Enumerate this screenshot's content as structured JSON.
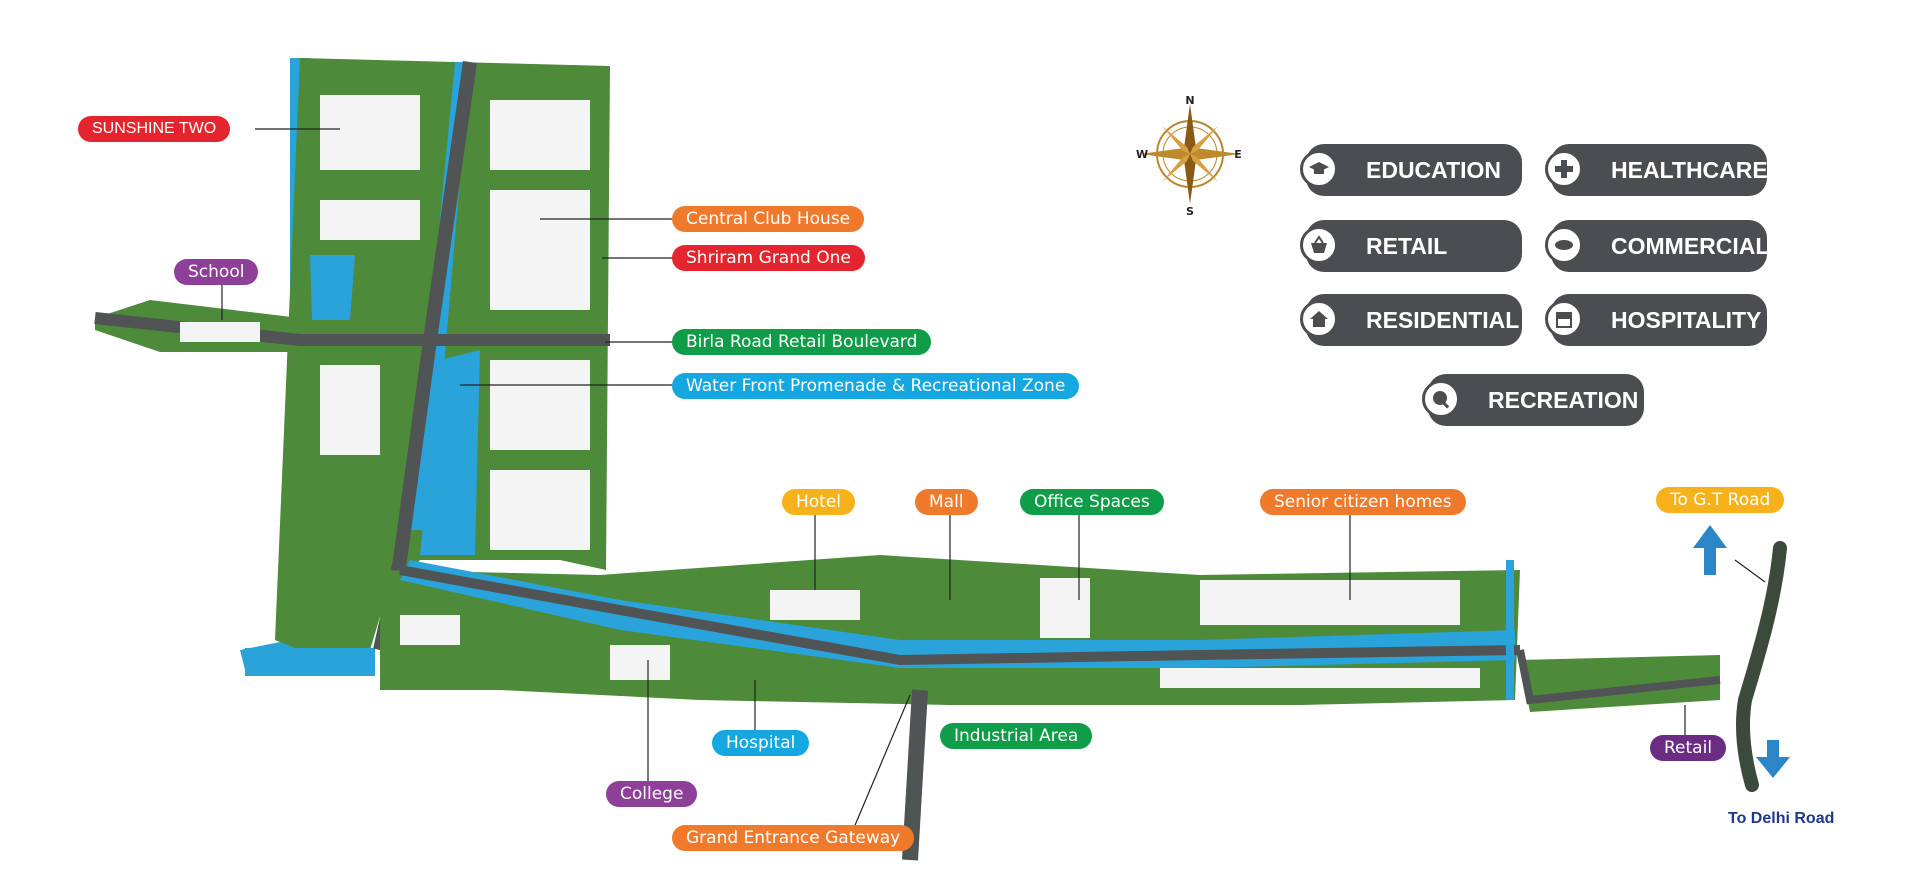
{
  "compass": {
    "n": "N",
    "s": "S",
    "e": "E",
    "w": "W"
  },
  "legend": {
    "education": "EDUCATION",
    "healthcare": "HEALTHCARE",
    "retail": "RETAIL",
    "commercial": "COMMERCIAL",
    "residential": "RESIDENTIAL",
    "hospitality": "HOSPITALITY",
    "recreation": "RECREATION"
  },
  "labels": {
    "sunshine_two": "SUNSHINE TWO",
    "school": "School",
    "central_club_house": "Central Club House",
    "shriram_grand_one": "Shriram Grand One",
    "birla_road": "Birla Road Retail Boulevard",
    "water_front": "Water Front Promenade & Recreational Zone",
    "hotel": "Hotel",
    "mall": "Mall",
    "office_spaces": "Office Spaces",
    "senior_citizen": "Senior citizen homes",
    "to_gt_road": "To G.T Road",
    "hospital": "Hospital",
    "industrial_area": "Industrial Area",
    "college": "College",
    "grand_entrance": "Grand Entrance Gateway",
    "retail_tag": "Retail",
    "to_delhi_road": "To Delhi Road"
  },
  "colors": {
    "red": "#e4252d",
    "orange": "#f07a2c",
    "purple": "#8e3f97",
    "green": "#0f9d49",
    "blue": "#15a8e0",
    "yellow": "#f7b21b",
    "dark_purple": "#6b2d84",
    "legend_bg": "#4b4d50",
    "water": "#29a3d9",
    "land": "#4d8a3a"
  }
}
